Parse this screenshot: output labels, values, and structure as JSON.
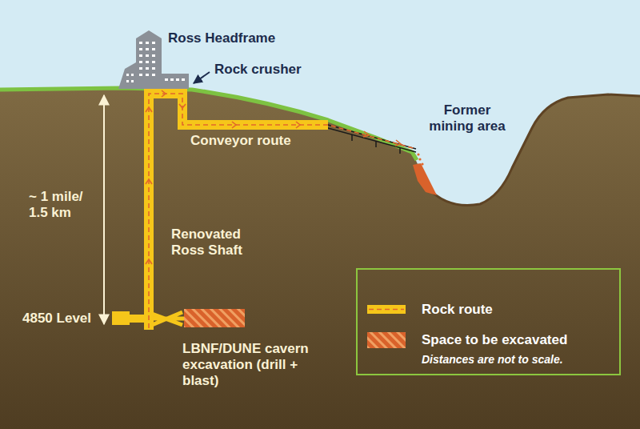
{
  "diagram": {
    "labels": [
      "Ross Headframe",
      "Rock crusher",
      "Conveyor route",
      "Former mining area",
      "~ 1 mile/ 1.5 km",
      "Renovated Ross Shaft",
      "4850 Level",
      "LBNF/DUNE cavern excavation (drill + blast)",
      "Distances are not to scale."
    ],
    "legend": [
      {
        "text": "Rock route"
      },
      {
        "text": "Space to be excavated"
      }
    ]
  }
}
